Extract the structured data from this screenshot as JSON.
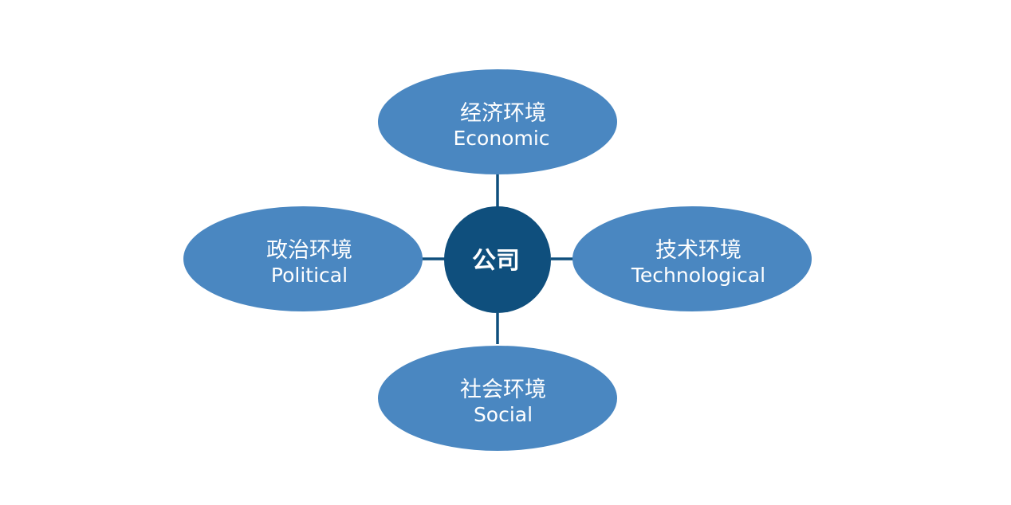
{
  "colors": {
    "node": "#4a87c1",
    "center": "#0f4f7d",
    "connector": "#0f4f7d",
    "text": "#ffffff"
  },
  "center": {
    "label": "公司"
  },
  "nodes": {
    "economic": {
      "zh": "经济环境",
      "en": "Economic"
    },
    "political": {
      "zh": "政治环境",
      "en": "Political"
    },
    "technological": {
      "zh": "技术环境",
      "en": "Technological"
    },
    "social": {
      "zh": "社会环境",
      "en": "Social"
    }
  }
}
